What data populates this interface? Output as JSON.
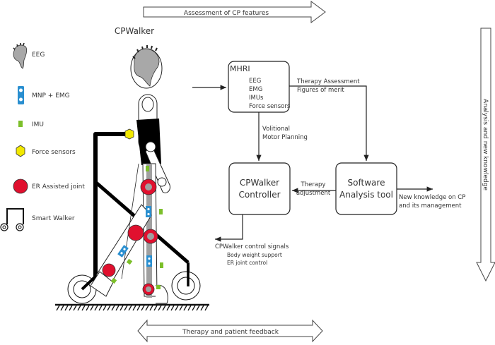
{
  "title": "CPWalker",
  "legend": {
    "items": [
      {
        "icon": "eeg-brain-icon",
        "label": "EEG"
      },
      {
        "icon": "mnp-emg-sensor-icon",
        "label": "MNP + EMG"
      },
      {
        "icon": "imu-icon",
        "label": "IMU"
      },
      {
        "icon": "force-sensor-icon",
        "label": "Force sensors"
      },
      {
        "icon": "assisted-joint-icon",
        "label": "ER Assisted joint"
      },
      {
        "icon": "smart-walker-icon",
        "label": "Smart Walker"
      }
    ]
  },
  "arrows": {
    "top": "Assessment of CP features",
    "right": "Analysis and new knowledge",
    "bottom": "Therapy and patient feedback"
  },
  "mhri": {
    "title": "MHRI",
    "items": [
      "EEG",
      "EMG",
      "IMUs",
      "Force sensors"
    ]
  },
  "controller": {
    "line1": "CPWalker",
    "line2": "Controller"
  },
  "software": {
    "line1": "Software",
    "line2": "Analysis tool"
  },
  "edges": {
    "assessment_line1": "Therapy Assessment",
    "assessment_line2": "Figures of merit",
    "volitional_line1": "Volitional",
    "volitional_line2": "Motor Planning",
    "therapy_line1": "Therapy",
    "therapy_line2": "adjustment",
    "knowledge_line1": "New knowledge on CP",
    "knowledge_line2": "and its management",
    "signals_title": "CPWalker control signals",
    "signals_line1": "Body weight support",
    "signals_line2": "ER joint control"
  },
  "colors": {
    "joint_red": "#e0102e",
    "sensor_blue": "#2a8fd0",
    "imu_green": "#7cbf2a",
    "force_yellow": "#f2e800",
    "brain_gray": "#a8a8a8",
    "limb_gray": "#a0a0a0"
  }
}
